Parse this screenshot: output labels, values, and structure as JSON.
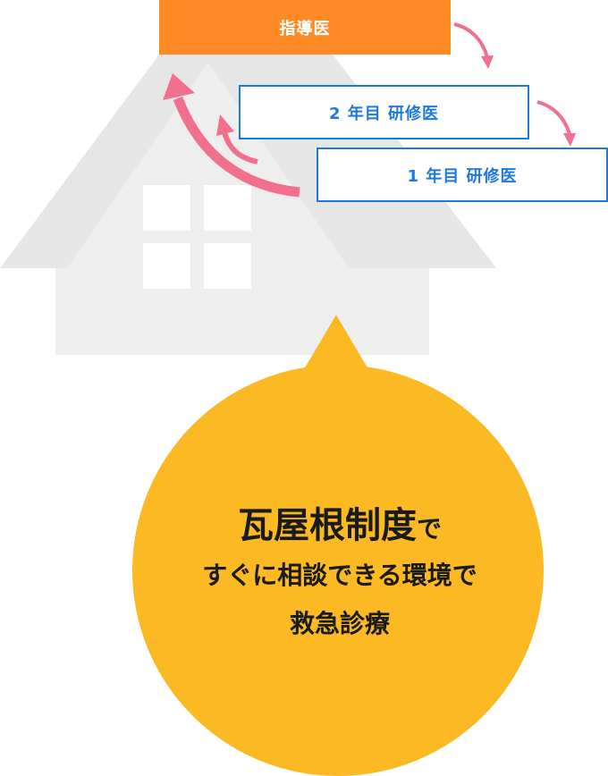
{
  "roles": {
    "attending": "指導医",
    "pgy2": "2 年目 研修医",
    "pgy1": "1 年目 研修医"
  },
  "bubble": {
    "line1_main": "瓦屋根制度",
    "line1_suffix": "で",
    "line2": "すぐに相談できる環境で",
    "line3": "救急診療"
  },
  "colors": {
    "attending_box": "#ff8b26",
    "resident_border": "#1f78e0",
    "arrow": "#f26f8d",
    "bubble": "#fbb923",
    "house": "#e6e6e6",
    "window": "#ffffff"
  }
}
